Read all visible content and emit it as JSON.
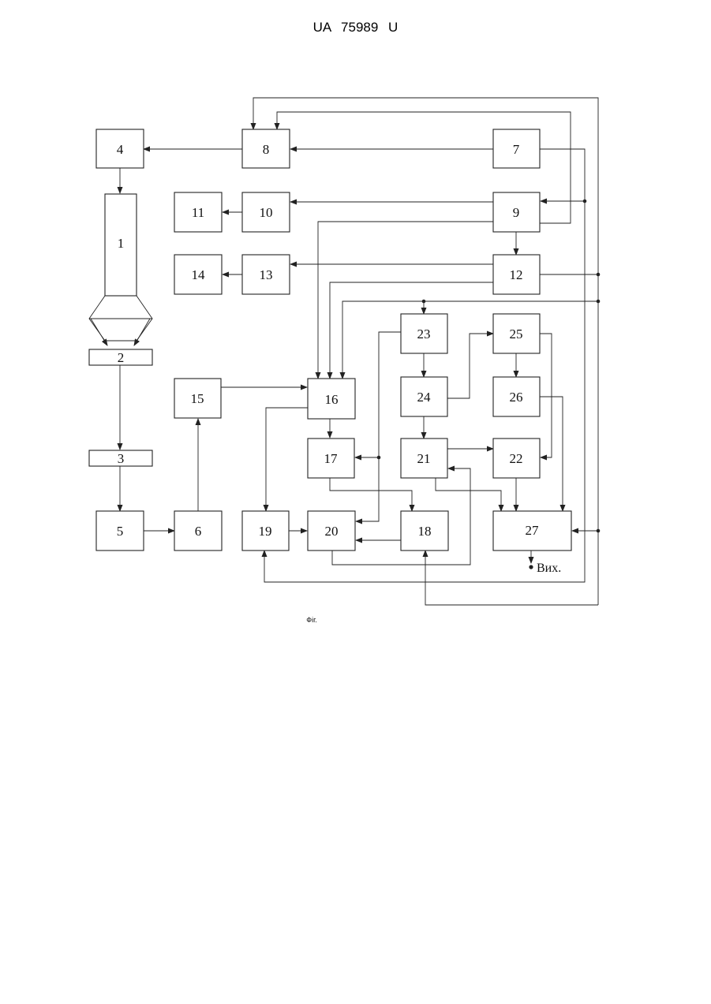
{
  "header": {
    "text": "UA   75989   U"
  },
  "diagram": {
    "blocks": [
      "1",
      "2",
      "3",
      "4",
      "5",
      "6",
      "7",
      "8",
      "9",
      "10",
      "11",
      "12",
      "13",
      "14",
      "15",
      "16",
      "17",
      "18",
      "19",
      "20",
      "21",
      "22",
      "23",
      "24",
      "25",
      "26",
      "27"
    ],
    "output_label": "Вих.",
    "caption": "Фіг."
  }
}
